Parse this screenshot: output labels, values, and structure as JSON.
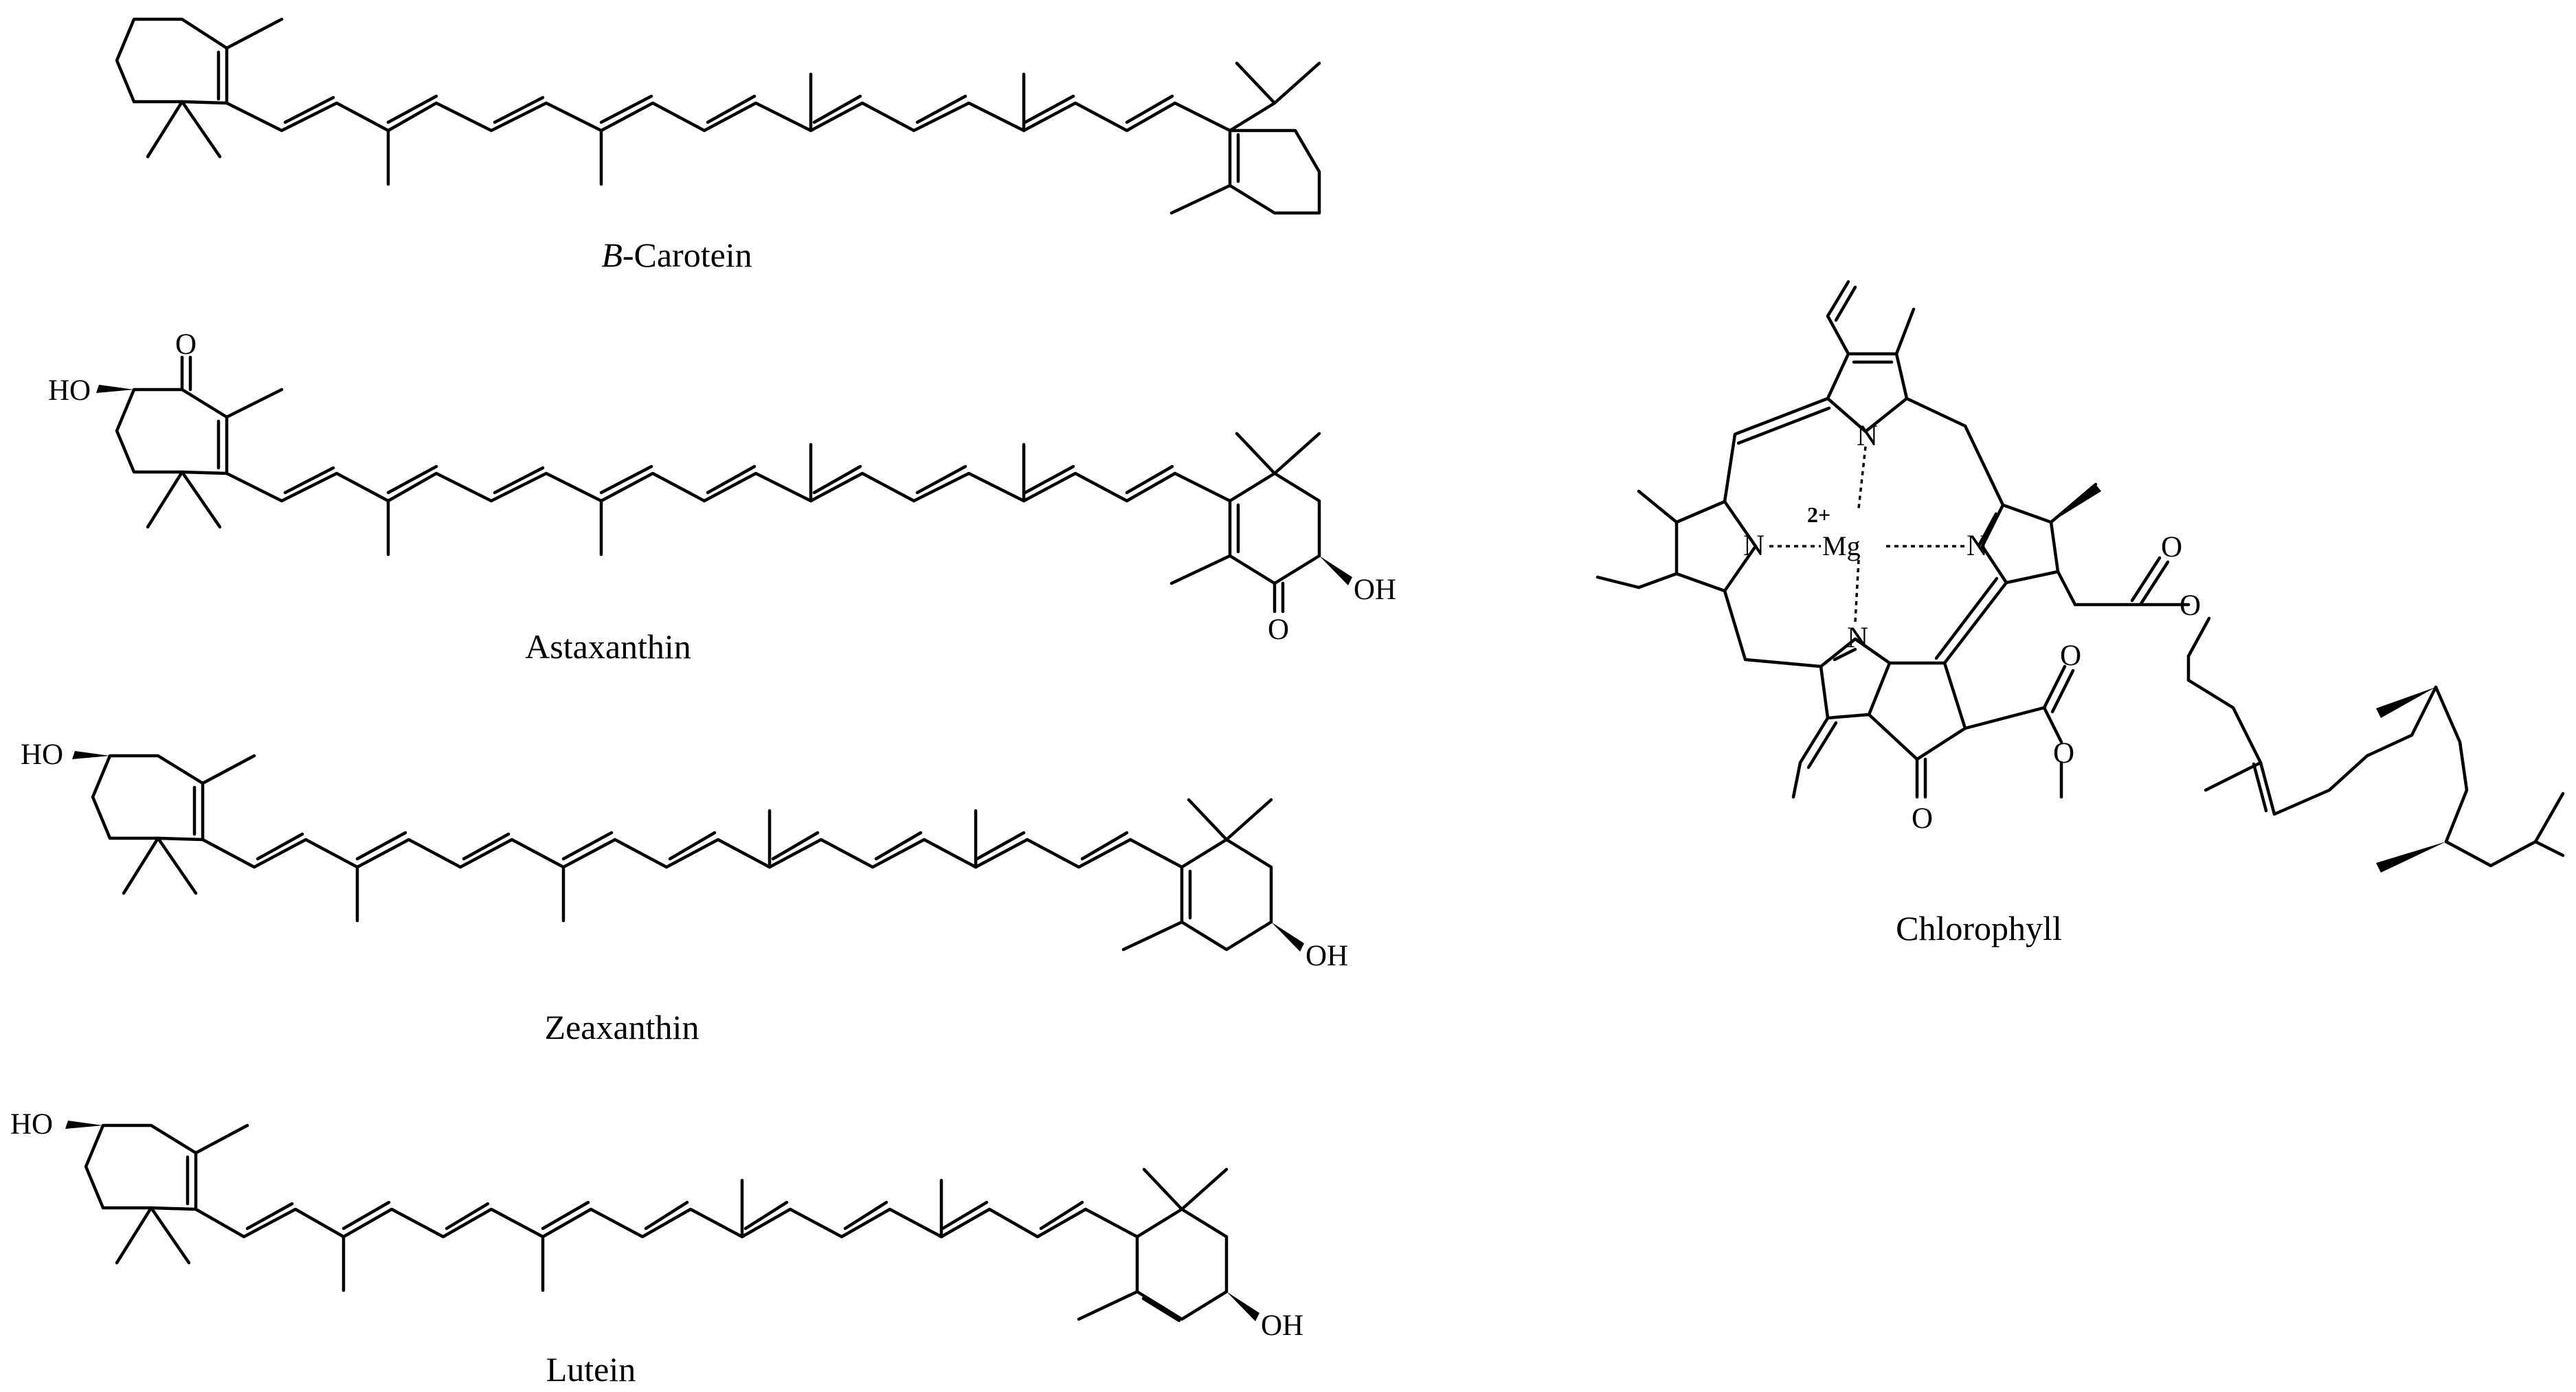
{
  "molecules": {
    "beta_carotene": {
      "caption_italic": "B",
      "caption_rest": "-Carotein"
    },
    "astaxanthin": {
      "caption": "Astaxanthin",
      "atoms": {
        "ho": "HO",
        "o_left": "O",
        "o_right": "O",
        "oh": "OH"
      }
    },
    "zeaxanthin": {
      "caption": "Zeaxanthin",
      "atoms": {
        "ho": "HO",
        "oh": "OH"
      }
    },
    "lutein": {
      "caption": "Lutein",
      "atoms": {
        "ho": "HO",
        "oh": "OH"
      }
    },
    "chlorophyll": {
      "caption": "Chlorophyll",
      "atoms": {
        "n_top": "N",
        "n_left": "N",
        "n_right": "N",
        "n_bottom": "N",
        "metal": "Mg",
        "charge": "2+",
        "o_ketone": "O",
        "o_ester_a": "O",
        "o_ester_b": "O",
        "o_carbonyl_a": "O",
        "o_carbonyl_b": "O"
      }
    }
  }
}
